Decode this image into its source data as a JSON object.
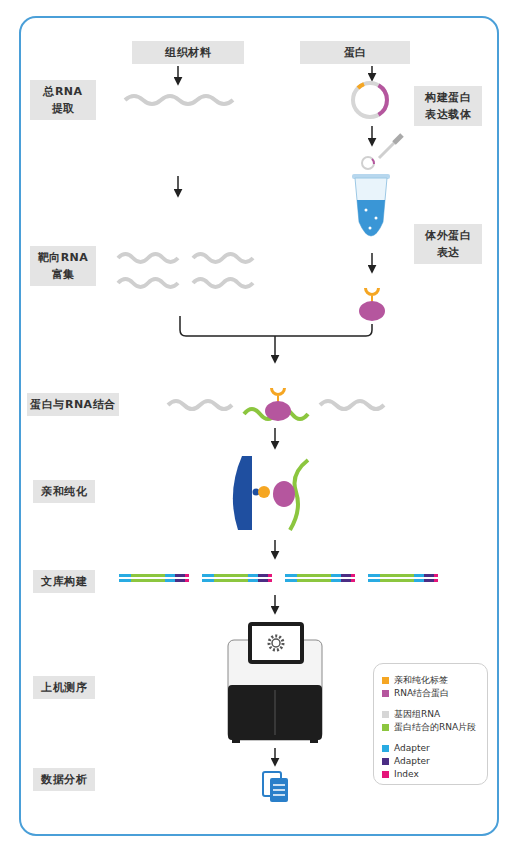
{
  "diagram": {
    "nodes": [
      {
        "text": [
          "组织材料"
        ]
      },
      {
        "text": [
          "蛋白"
        ]
      },
      {
        "text": [
          "总RNA 提取"
        ]
      },
      {
        "text": [
          "构建蛋白 表达载体"
        ]
      },
      {
        "text": [
          "体外蛋白 表达"
        ]
      },
      {
        "text": [
          "靶向RNA 富集"
        ]
      },
      {
        "text": [
          "蛋白与RNA结合"
        ]
      },
      {
        "text": [
          "亲和纯化"
        ]
      },
      {
        "text": [
          "文库构建"
        ]
      },
      {
        "text": [
          "上机测序"
        ]
      },
      {
        "text": [
          "数据分析"
        ]
      }
    ],
    "legend": [
      {
        "text": "亲和纯化标签",
        "color": "#f5a623"
      },
      {
        "text": "RNA结合蛋白",
        "color": "#b5569e"
      },
      {
        "text": "基因组RNA",
        "color": "#d6d6d6"
      },
      {
        "text": "蛋白结合的RNA片段",
        "color": "#8cc63f"
      },
      {
        "text": "Adapter",
        "color": "#29abe2"
      },
      {
        "text": "Adapter",
        "color": "#4b2d84"
      },
      {
        "text": "Index",
        "color": "#e5157a"
      }
    ]
  }
}
